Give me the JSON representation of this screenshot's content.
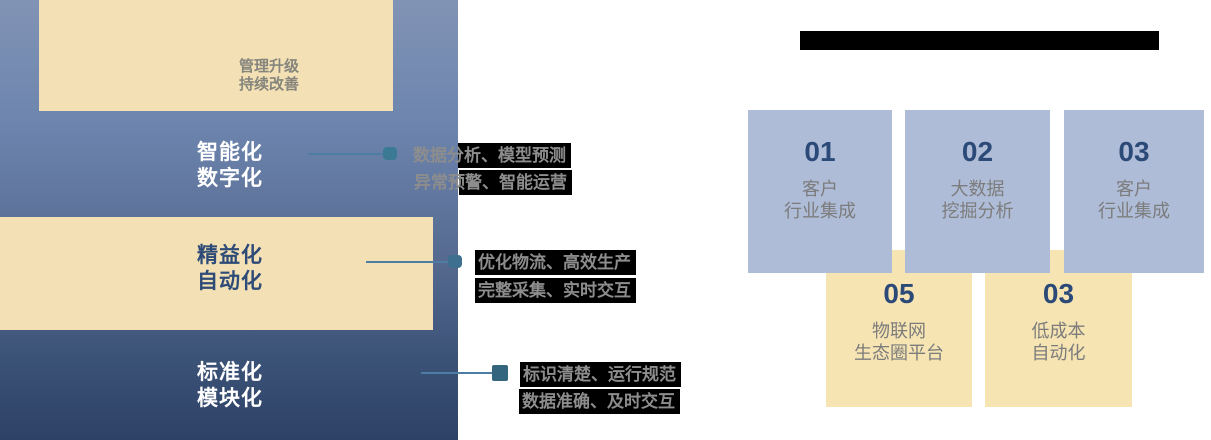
{
  "colors": {
    "panel_gradient_top": "#8193b5",
    "panel_gradient_bottom": "#2e4166",
    "cream_box": "#f3e1b5",
    "card_blue": "#aebcd7",
    "card_yellow": "#f6e4b3",
    "navy_text": "#2e4b78",
    "gray_label": "#7c7c7c",
    "annotation_text": "#8d8d8d",
    "annotation_highlight": "#000000",
    "connector": "#4d7da3",
    "dot_teal": "#3c7a93",
    "dot_steel": "#3f6f8e",
    "square_blue": "#33657f",
    "header_bar": "#000000"
  },
  "left_panel": {
    "top_box": {
      "line1": "管理升级",
      "line2": "持续改善"
    },
    "stages": [
      {
        "title_line1": "智能化",
        "title_line2": "数字化",
        "note1": "数据分析、模型预测",
        "note2": "异常预警、智能运营"
      },
      {
        "title_line1": "精益化",
        "title_line2": "自动化",
        "note1": "优化物流、高效生产",
        "note2": "完整采集、实时交互"
      },
      {
        "title_line1": "标准化",
        "title_line2": "模块化",
        "note1": "标识清楚、运行规范",
        "note2": "数据准确、及时交互"
      }
    ]
  },
  "right_panel": {
    "cards_top": [
      {
        "number": "01",
        "label_line1": "客户",
        "label_line2": "行业集成"
      },
      {
        "number": "02",
        "label_line1": "大数据",
        "label_line2": "挖掘分析"
      },
      {
        "number": "03",
        "label_line1": "客户",
        "label_line2": "行业集成"
      }
    ],
    "cards_bottom": [
      {
        "number": "05",
        "label_line1": "物联网",
        "label_line2": "生态圈平台"
      },
      {
        "number": "03",
        "label_line1": "低成本",
        "label_line2": "自动化"
      }
    ]
  }
}
